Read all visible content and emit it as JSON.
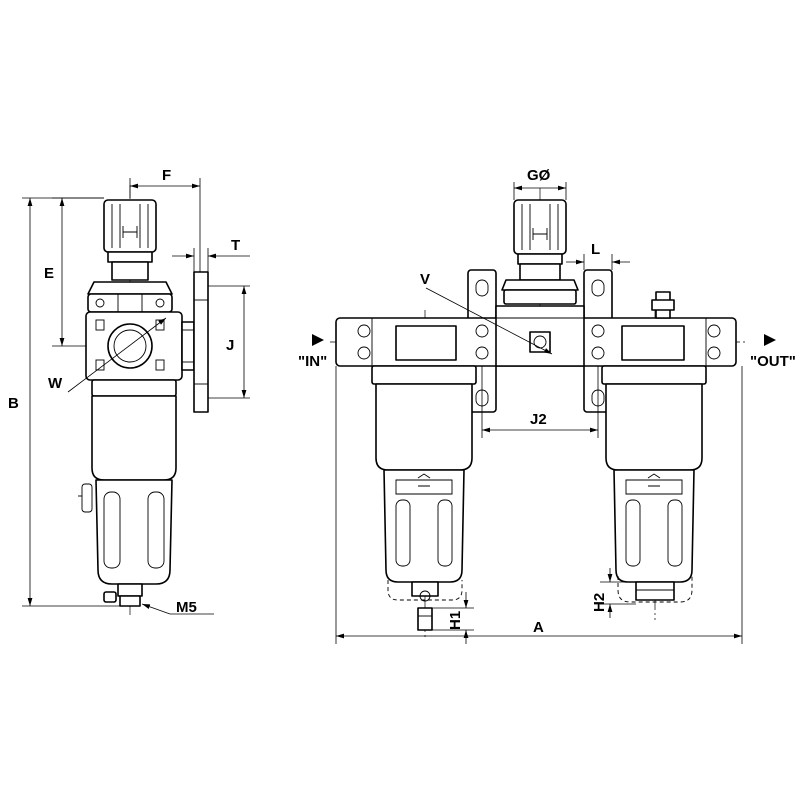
{
  "left_view": {
    "F": "F",
    "T": "T",
    "E": "E",
    "J": "J",
    "W": "W",
    "B": "B",
    "M5": "M5"
  },
  "right_view": {
    "G": "GØ",
    "L": "L",
    "V": "V",
    "J2": "J2",
    "A": "A",
    "H1": "H1",
    "H2": "H2",
    "in": "\"IN\"",
    "out": "\"OUT\""
  }
}
